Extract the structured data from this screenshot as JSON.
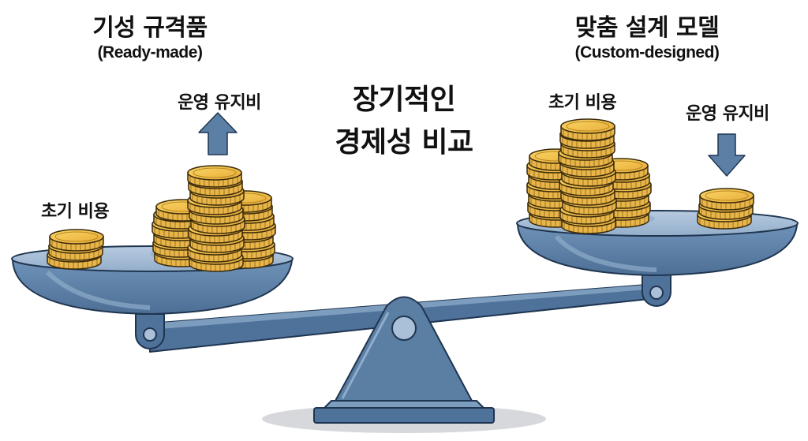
{
  "center": {
    "title_line1": "장기적인",
    "title_line2": "경제성 비교"
  },
  "left": {
    "title": "기성 규격품",
    "subtitle": "(Ready-made)",
    "initial_cost_label": "초기 비용",
    "maintenance_label": "운영 유지비",
    "maintenance_trend": "arrow-up",
    "initial_cost_coins": 3,
    "maintenance_coins": "large stack"
  },
  "right": {
    "title": "맞춤 설계 모델",
    "subtitle": "(Custom-designed)",
    "initial_cost_label": "초기 비용",
    "maintenance_label": "운영 유지비",
    "maintenance_trend": "arrow-down",
    "initial_cost_coins": "large stack",
    "maintenance_coins": 3
  },
  "colors": {
    "background": "#ffffff",
    "text": "#111111",
    "scale_blue": "#5b7ea3",
    "scale_dark": "#4a6b8f",
    "scale_light": "#a9c0d8",
    "outline": "#1f3550",
    "coin_gold": "#f2c14e",
    "coin_edge": "#d9a93a",
    "arrow_blue": "#5c7fa6",
    "shadow": "#d6d8db"
  }
}
